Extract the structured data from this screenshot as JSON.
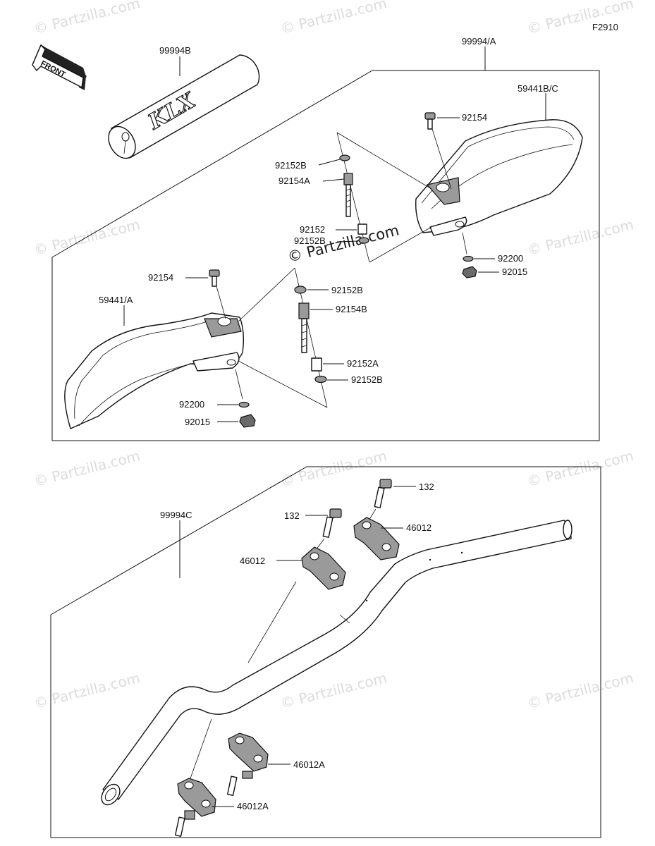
{
  "figure_code": "F2910",
  "front_label": "FRONT",
  "pad_text": "KLX",
  "watermark": "© Partzilla.com",
  "colors": {
    "line": "#111111",
    "watermark": "#dcdcdc",
    "part_fill": "#9a9a9a"
  },
  "labels": {
    "pad": "99994B",
    "handguard_kit": "99994/A",
    "guard_right": "59441B/C",
    "bolt_r_top": "92154",
    "washer_r_top": "92152B",
    "stud_r": "92154A",
    "collar_r": "92152",
    "washer_r_mid": "92152B",
    "washer_r_bottom": "92200",
    "nut_r": "92015",
    "bolt_l_top": "92154",
    "guard_left": "59441/A",
    "washer_l_top": "92152B",
    "stud_l": "92154B",
    "collar_l": "92152A",
    "washer_l_mid": "92152B",
    "washer_l_bottom": "92200",
    "nut_l": "92015",
    "handlebar_kit": "99994C",
    "bolt_clamp_right": "132",
    "clamp_right": "46012",
    "bolt_clamp_left": "132",
    "clamp_left": "46012",
    "riser_upper": "46012A",
    "riser_lower": "46012A"
  }
}
